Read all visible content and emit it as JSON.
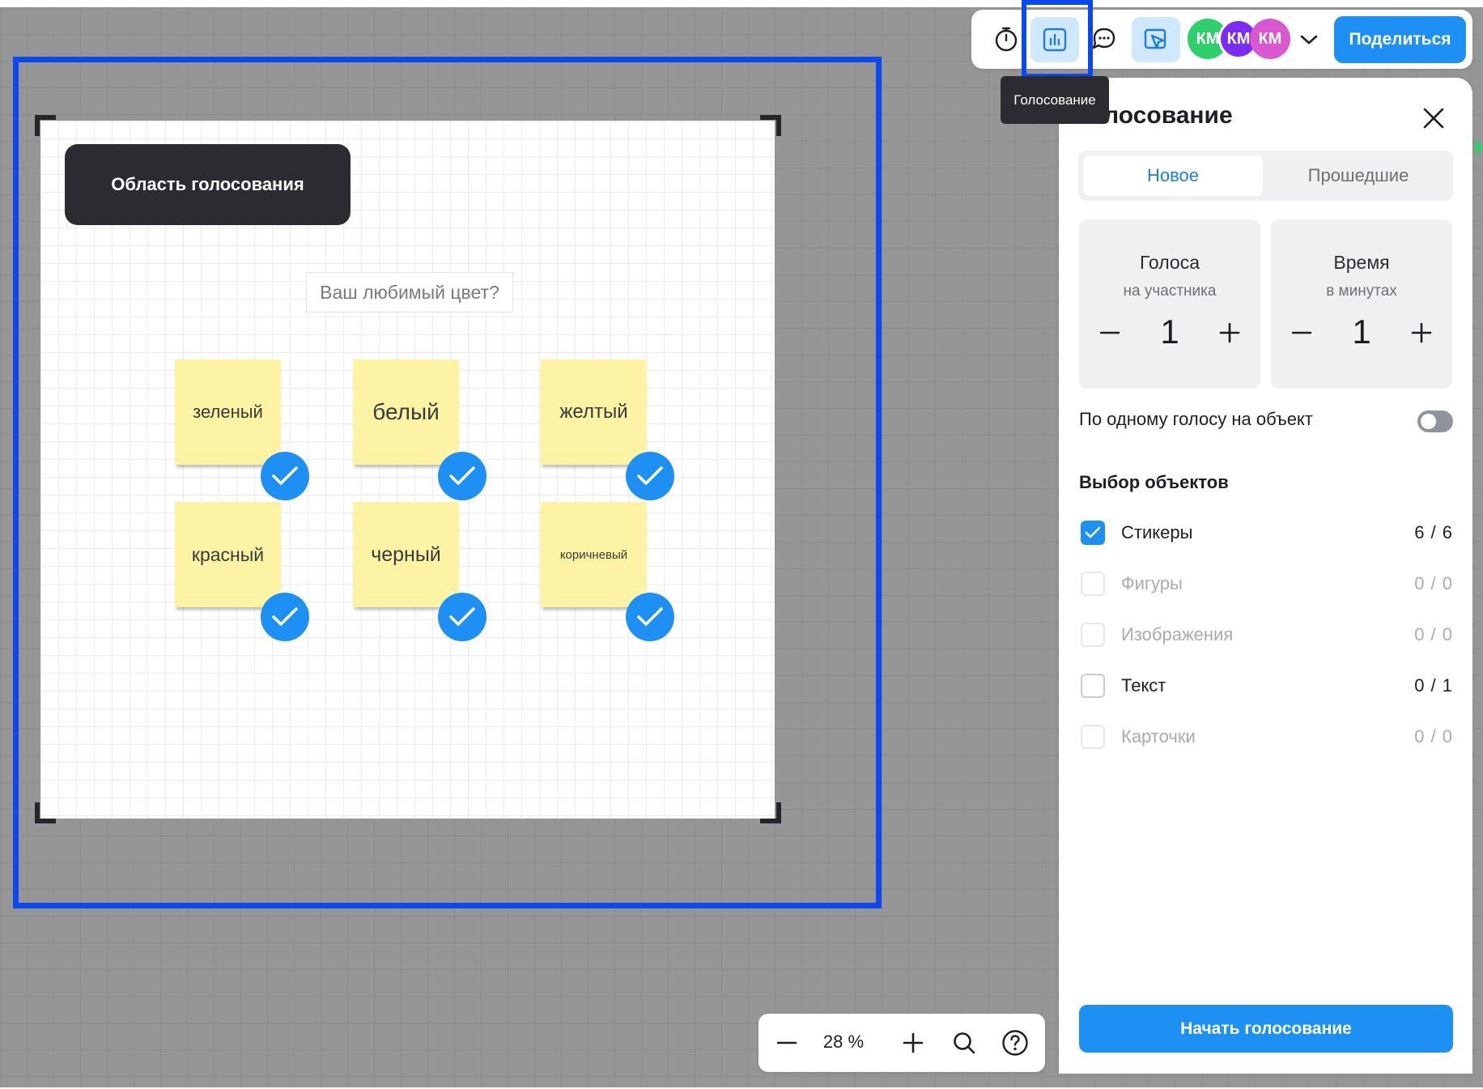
{
  "toolbar": {
    "icons": [
      "timer-icon",
      "voting-chart-icon",
      "chat-icon",
      "pointer-icon",
      "chevron-down-icon"
    ],
    "avatars": [
      {
        "initials": "КМ",
        "color": "#2fcf6c"
      },
      {
        "initials": "КМ",
        "color": "#7b2cf2"
      },
      {
        "initials": "КМ",
        "color": "#d957cf"
      }
    ],
    "share_label": "Поделиться"
  },
  "tooltip": {
    "text": "Голосование"
  },
  "board": {
    "voting_area_label": "Область голосования",
    "question": "Ваш любимый цвет?",
    "stickers": [
      {
        "text": "зеленый",
        "voted": true
      },
      {
        "text": "белый",
        "voted": true
      },
      {
        "text": "желтый",
        "voted": true
      },
      {
        "text": "красный",
        "voted": true
      },
      {
        "text": "черный",
        "voted": true
      },
      {
        "text": "коричневый",
        "voted": true
      }
    ]
  },
  "panel": {
    "title": "Голосование",
    "tabs": [
      {
        "label": "Новое",
        "active": true
      },
      {
        "label": "Прошедшие",
        "active": false
      }
    ],
    "votes": {
      "title": "Голоса",
      "subtitle": "на участника",
      "value": "1",
      "minus": "−",
      "plus": "+"
    },
    "time": {
      "title": "Время",
      "subtitle": "в минутах",
      "value": "1",
      "minus": "−",
      "plus": "+"
    },
    "one_vote_per_object": {
      "label": "По одному голосу на объект",
      "enabled": false
    },
    "objects_heading": "Выбор объектов",
    "objects": [
      {
        "label": "Стикеры",
        "count": "6 / 6",
        "checked": true,
        "disabled": false
      },
      {
        "label": "Фигуры",
        "count": "0 / 0",
        "checked": false,
        "disabled": true
      },
      {
        "label": "Изображения",
        "count": "0 / 0",
        "checked": false,
        "disabled": true
      },
      {
        "label": "Текст",
        "count": "0 / 1",
        "checked": false,
        "disabled": false
      },
      {
        "label": "Карточки",
        "count": "0 / 0",
        "checked": false,
        "disabled": true
      }
    ],
    "start_button": "Начать голосование"
  },
  "zoom": {
    "level": "28 %"
  },
  "colors": {
    "accent": "#1e90f3",
    "highlight": "#0b49ee",
    "sticker": "#fdf3a5",
    "dark": "#2b2c31"
  }
}
